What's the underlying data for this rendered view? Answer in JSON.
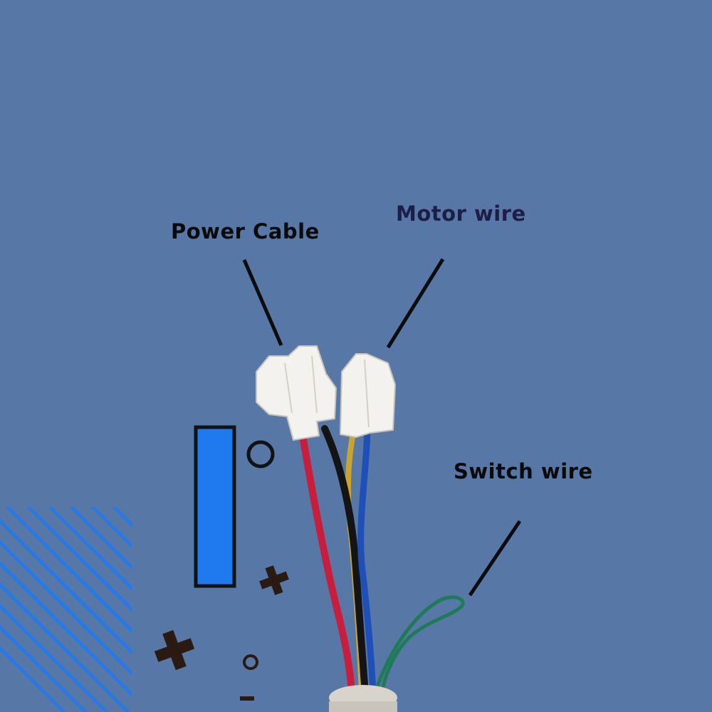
{
  "labels": {
    "power_cable": "Power Cable",
    "motor_wire": "Motor wire",
    "switch_wire": "Switch wire"
  },
  "colors": {
    "background": "#5778a6",
    "connector": "#f4f2ee",
    "red_wire": "#c81e3c",
    "black_wire": "#141414",
    "blue_wire": "#1f4fb8",
    "yellow_wire": "#c9a530",
    "green_wire": "#1f7a58",
    "accent_blue": "#1f7af0",
    "leader_line": "#0c0c0c",
    "decor_dark": "#2a1a12"
  }
}
